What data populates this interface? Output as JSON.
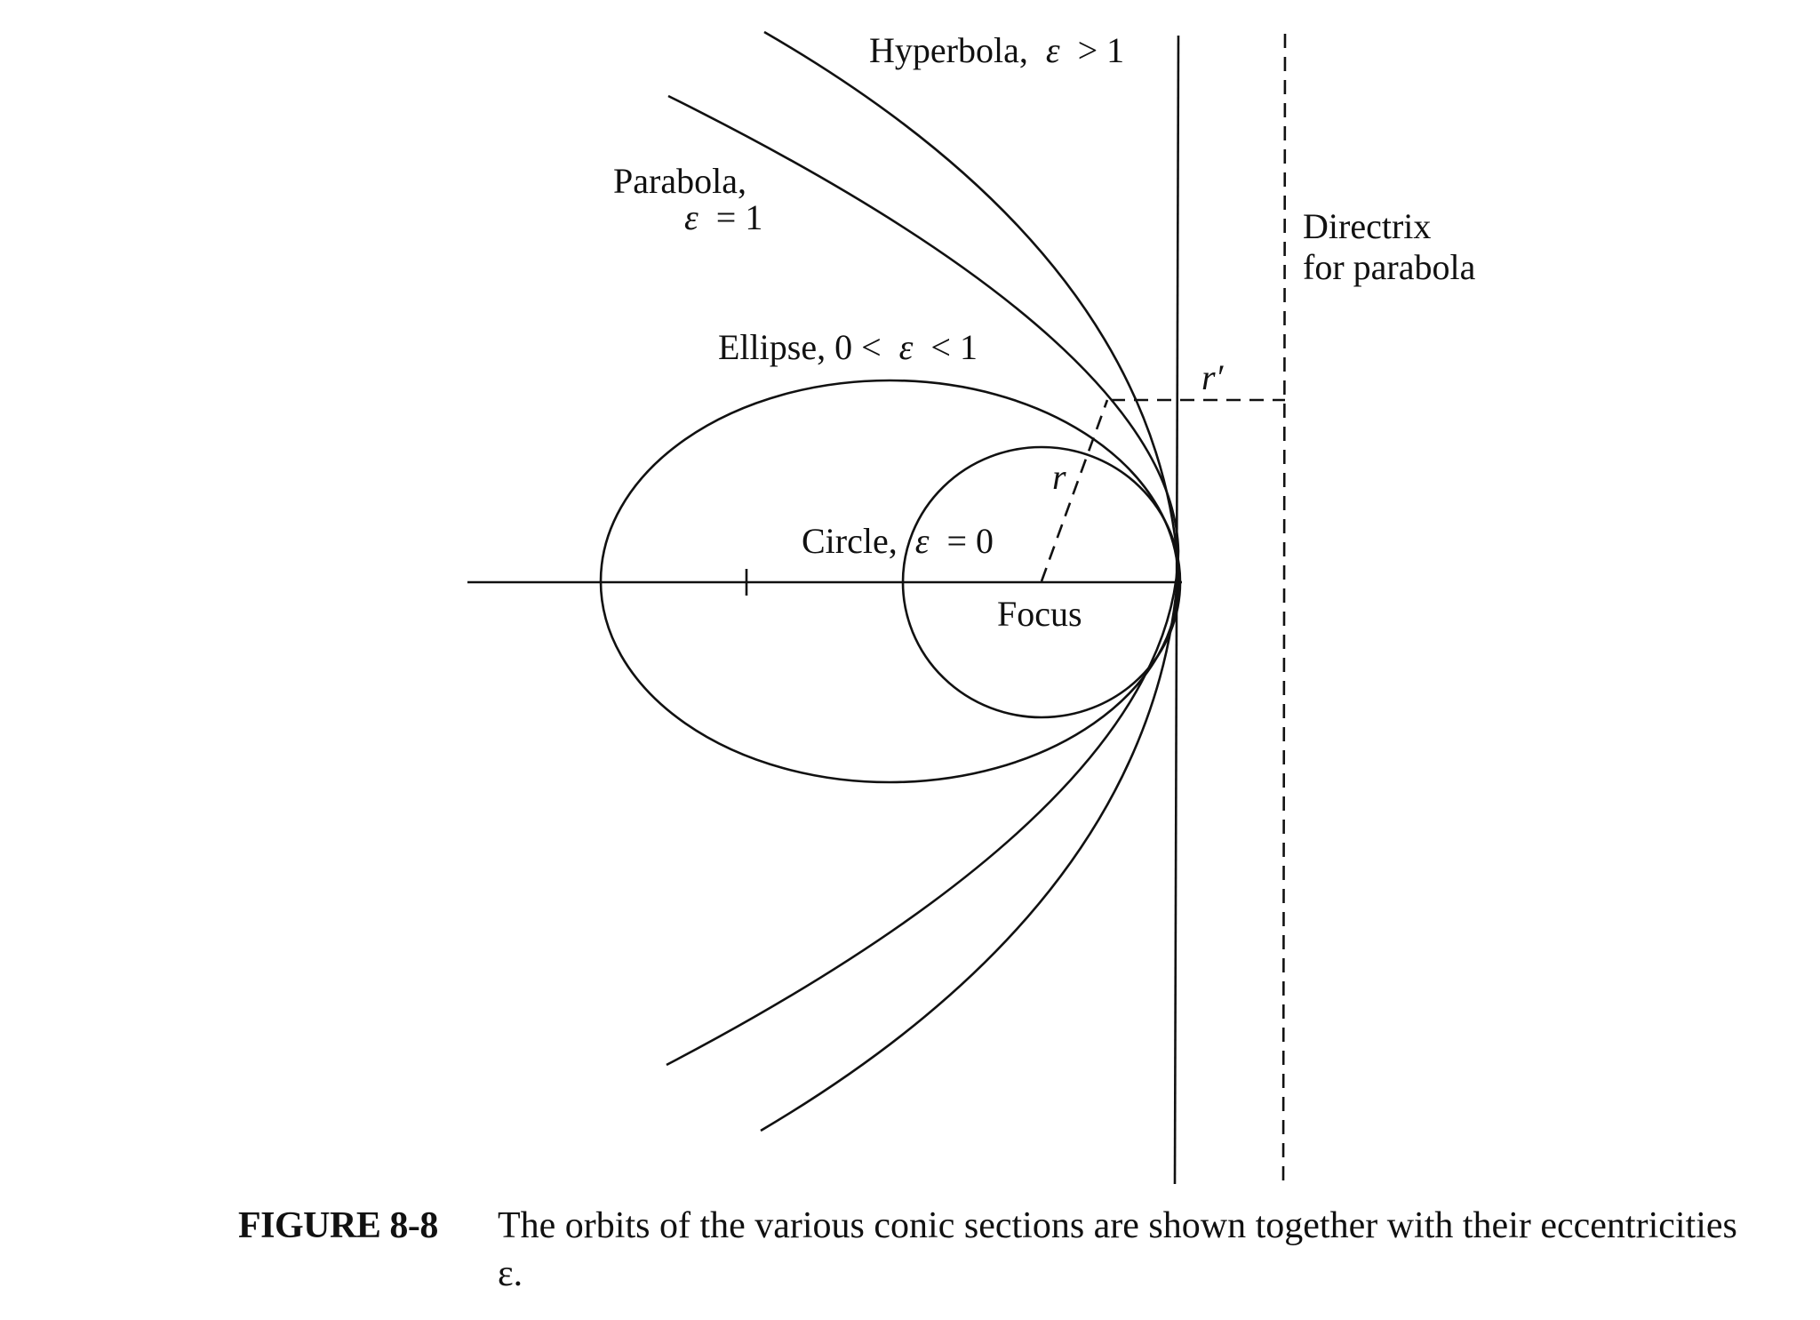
{
  "labels": {
    "hyperbola": {
      "name": "Hyperbola,",
      "eps": "ε",
      "rel": "> 1"
    },
    "parabola": {
      "line1": "Parabola,",
      "eps": "ε",
      "rel": "= 1"
    },
    "ellipse": {
      "name": "Ellipse, 0 <",
      "eps": "ε",
      "rel": "< 1"
    },
    "circle": {
      "name": "Circle,",
      "eps": "ε",
      "rel": "= 0"
    },
    "focus": "Focus",
    "directrix": {
      "line1": "Directrix",
      "line2": "for parabola"
    },
    "r": "r",
    "r_prime": "r′"
  },
  "caption": {
    "number": "FIGURE 8-8",
    "text": "The orbits of the various conic sections are shown together with their eccentricities ε."
  },
  "style": {
    "ink": "#111111",
    "background": "#ffffff"
  }
}
